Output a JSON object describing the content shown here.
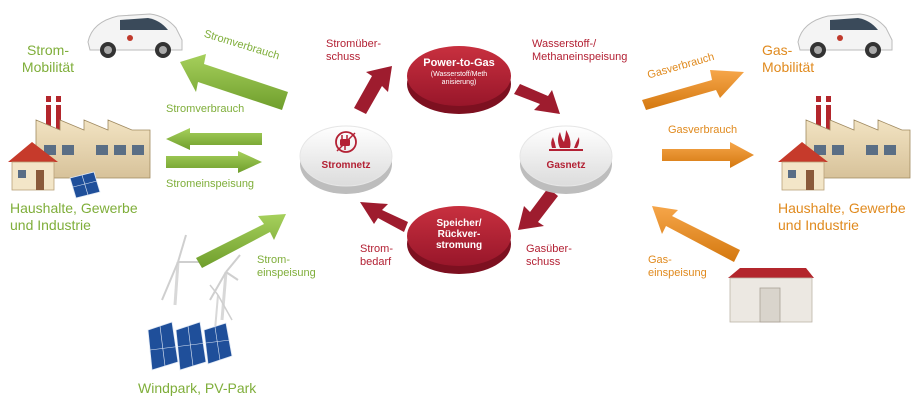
{
  "labels": {
    "strom_mobilitaet": "Strom-\nMobilität",
    "strom_haushalte": "Haushalte, Gewerbe\nund Industrie",
    "windpark": "Windpark, PV-Park",
    "stromverbrauch_top": "Stromverbrauch",
    "stromverbrauch_mid": "Stromverbrauch",
    "stromeinspeisung_mid": "Stromeinspeisung",
    "stromeinspeisung_low": "Strom-\neinspeisung",
    "stromueberschuss": "Stromüber-\nschuss",
    "wasserstoff": "Wasserstoff-/\nMethaneinspeisung",
    "strombedarf": "Strom-\nbedarf",
    "gasueberschuss": "Gasüber-\nschuss",
    "gas_mobilitaet": "Gas-\nMobilität",
    "gas_haushalte": "Haushalte, Gewerbe\nund Industrie",
    "gasverbrauch_top": "Gasverbrauch",
    "gasverbrauch_mid": "Gasverbrauch",
    "gaseinspeisung": "Gas-\neinspeisung"
  },
  "nodes": {
    "ptg_title": "Power-to-Gas",
    "ptg_sub": "(Wasserstoff/Meth\nanisierung)",
    "speicher": "Speicher/\nRückver-\nstromung",
    "stromnetz": "Stromnetz",
    "gasnetz": "Gasnetz"
  },
  "icons": {
    "stromnetz": "plug-icon",
    "gasnetz": "flame-icon"
  },
  "colors": {
    "green": "#7fae3a",
    "orange": "#e08a1e",
    "red": "#b32134"
  }
}
